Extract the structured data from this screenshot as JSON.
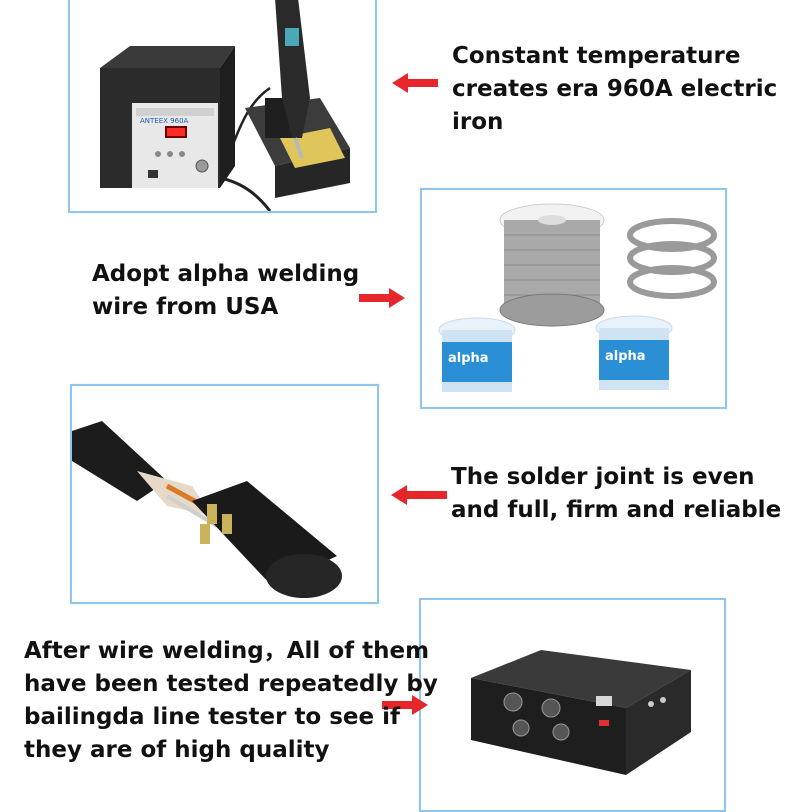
{
  "colors": {
    "frame_border": "#8fc6ef",
    "arrow": "#e6262b",
    "caption_text": "#111111"
  },
  "captions": {
    "iron": {
      "lines": [
        "Constant temperature",
        "creates era 960A electric",
        "iron"
      ]
    },
    "wire": {
      "lines": [
        "Adopt alpha welding",
        "wire from USA"
      ]
    },
    "joint": {
      "lines": [
        "The solder joint is even",
        "and full, firm and reliable"
      ]
    },
    "tester": {
      "lines": [
        "After wire welding，All of them",
        "have been tested repeatedly by",
        "bailingda line tester to see if",
        "they are of high quality"
      ]
    }
  },
  "photos": {
    "iron_station": {
      "brand_label": "ANTEEX 960A",
      "icon": "soldering-station-icon"
    },
    "solder_wire": {
      "brand_label": "alpha",
      "icon": "solder-wire-icon"
    },
    "solder_joint": {
      "icon": "xlr-connector-icon"
    },
    "line_tester": {
      "icon": "cable-tester-icon"
    }
  }
}
